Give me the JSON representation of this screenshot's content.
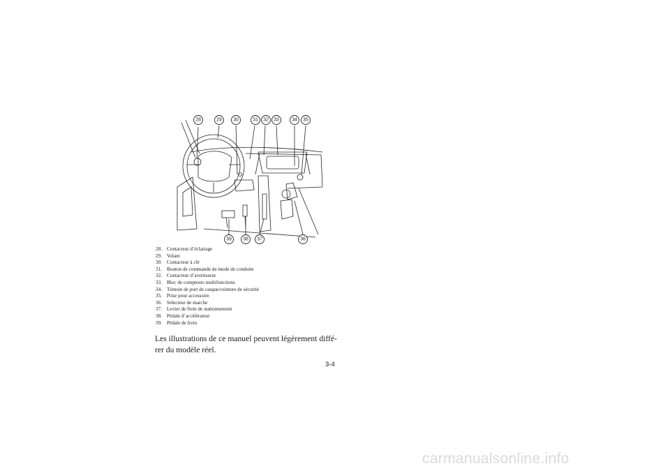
{
  "illustration": {
    "callouts_top": [
      "28",
      "29",
      "30",
      "31",
      "32",
      "33",
      "34",
      "35"
    ],
    "callouts_bottom": [
      "39",
      "38",
      "37",
      "36"
    ]
  },
  "legend": [
    {
      "num": "28.",
      "label": "Contacteur d’éclairage"
    },
    {
      "num": "29.",
      "label": "Volant"
    },
    {
      "num": "30.",
      "label": "Contacteur à clé"
    },
    {
      "num": "31.",
      "label": "Bouton de commande de mode de conduite"
    },
    {
      "num": "32.",
      "label": "Contacteur d’avertisseur"
    },
    {
      "num": "33.",
      "label": "Bloc de compteurs multifonctions"
    },
    {
      "num": "34.",
      "label": "Témoin de port de casque/ceinture de sécurité"
    },
    {
      "num": "35.",
      "label": "Prise pour accessoire"
    },
    {
      "num": "36.",
      "label": "Sélecteur de marche"
    },
    {
      "num": "37.",
      "label": "Levier de frein de stationnement"
    },
    {
      "num": "38.",
      "label": "Pédale d’accélérateur"
    },
    {
      "num": "39.",
      "label": "Pédale de frein"
    }
  ],
  "note": "Les illustrations de ce manuel peuvent légèrement diffé-rer du modèle réel.",
  "note_lines": [
    "Les illustrations de ce manuel peuvent légèrement diffé-",
    "rer du modèle réel."
  ],
  "page_number": "3-4",
  "watermark": "carmanualsonline.info"
}
